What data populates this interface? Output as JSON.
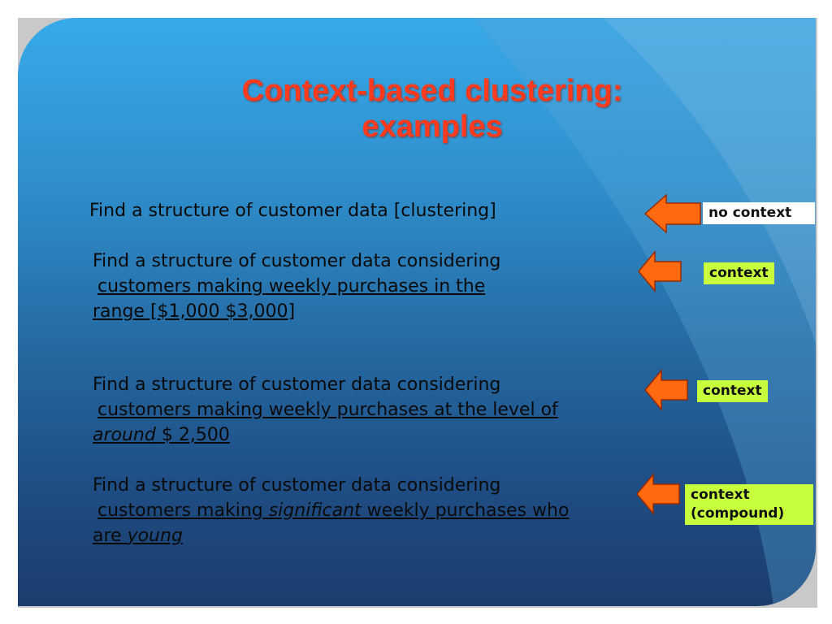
{
  "slide": {
    "title_line1": "Context-based clustering:",
    "title_line2": "examples",
    "colors": {
      "title": "#ff3b1f",
      "arrow": "#ff6a10",
      "tag_lime": "#c8ff3c",
      "tag_white": "#ffffff"
    },
    "examples": [
      {
        "line1": "Find a structure of customer data  [clustering]",
        "tag": "no context",
        "arrow_icon": "left-arrow-icon"
      },
      {
        "line1": "Find a structure of customer data considering",
        "line2": "customers making weekly purchases in the ",
        "line3": "range [$1,000   $3,000]",
        "tag": "context",
        "arrow_icon": "left-arrow-icon"
      },
      {
        "line1": "Find a structure of customer data considering",
        "line2": "customers making weekly purchases at the level of",
        "line3_italic": "around",
        "line3_rest": " $ 2,500",
        "tag": "context",
        "arrow_icon": "left-arrow-icon"
      },
      {
        "line1": "Find a structure of customer data considering",
        "line2_a": "customers making ",
        "line2_italic": "significant",
        "line2_b": " weekly purchases who",
        "line3_a": "are ",
        "line3_italic": "young",
        "tag_line1": "context",
        "tag_line2": "(compound)",
        "arrow_icon": "left-arrow-icon"
      }
    ]
  }
}
